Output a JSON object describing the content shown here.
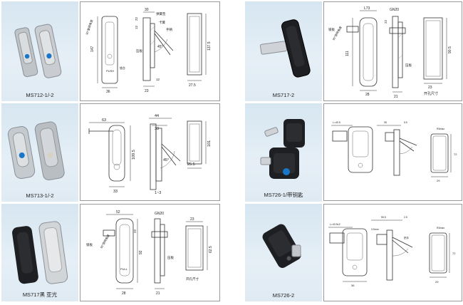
{
  "products": [
    {
      "model": "MS712-1/-2",
      "drawing_labels": {
        "top_a": "30",
        "top_b": "22",
        "top_c": "12",
        "right_side": "弹簧垫",
        "cam": "卡簧",
        "handle": "手柄",
        "lock_body": "压板",
        "angle": "45°",
        "ring": "锁芯",
        "rot": "90°旋转角度",
        "push": "PUSH",
        "h1": "147",
        "w_bottom": "36",
        "depth": "23",
        "inner": "12",
        "cut_h": "137.5",
        "cut_w": "27.5"
      }
    },
    {
      "model": "MS717-2",
      "drawing_labels": {
        "top_a": "L73",
        "top_b": "GN20",
        "left_side": "锁板",
        "rot": "90°旋转角度",
        "h1": "111",
        "inner": "22",
        "right_side": "压板",
        "w_bottom": "28",
        "depth": "21",
        "cut_w": "23",
        "cut_h": "90.5",
        "cut_title": "开孔尺寸"
      }
    },
    {
      "model": "MS713-1/-2",
      "drawing_labels": {
        "top_a": "63",
        "top_b": "44",
        "top_c": "33",
        "h1": "109.5",
        "angle": "45°",
        "w_bottom": "33",
        "depth": "1~3",
        "cut_h": "101",
        "cut_w": "25.5"
      }
    },
    {
      "model": "MS726-1/带钥匙",
      "drawing_labels": {
        "top_a": "L=40.5",
        "top_b": "35",
        "top_c": "5.5",
        "mid": "R3max",
        "cut_h": "72",
        "cut_w": "29"
      }
    },
    {
      "model": "MS717黑 亚光",
      "drawing_labels": {
        "top_a": "52",
        "top_b": "GN20",
        "left_side": "锁板",
        "rot": "90°旋转角度",
        "push": "PULL",
        "inner": "22",
        "h1": "92",
        "w_bottom": "28",
        "depth": "21",
        "right_side": "压板",
        "cut_w": "23",
        "cut_h": "62.5",
        "cut_title": "开孔尺寸"
      }
    },
    {
      "model": "MS726-2",
      "drawing_labels": {
        "top_a": "L=43.5±2",
        "top_b": "55.5",
        "top_c": "2.5",
        "mid": "R3max",
        "r1": "3.5mm",
        "cut_h": "72",
        "cut_w": "29",
        "w_bottom": "36",
        "extra": "把手"
      }
    }
  ],
  "colors": {
    "photo_bg": "#dce8f2",
    "frame": "#9a9a9a",
    "line": "#333333",
    "chrome": "#c8ccd0",
    "black_part": "#1e1f22",
    "blue_button": "#1a76c7"
  }
}
